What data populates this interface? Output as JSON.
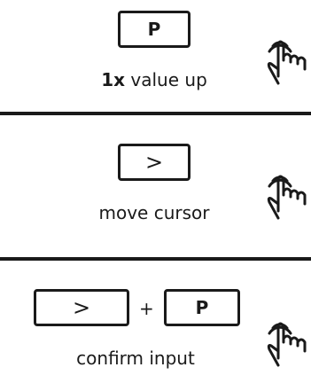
{
  "steps": [
    {
      "keys": [
        "P"
      ],
      "caption_emph": "1x",
      "caption_rest": " value up",
      "icon": "press-hand-icon"
    },
    {
      "keys": [
        ">"
      ],
      "caption": "move cursor",
      "icon": "press-hand-icon"
    },
    {
      "keys": [
        ">",
        "P"
      ],
      "combinator": "+",
      "caption": "confirm input",
      "icon": "press-hand-icon"
    }
  ],
  "colors": {
    "ink": "#1a1a1a",
    "background": "#ffffff"
  }
}
